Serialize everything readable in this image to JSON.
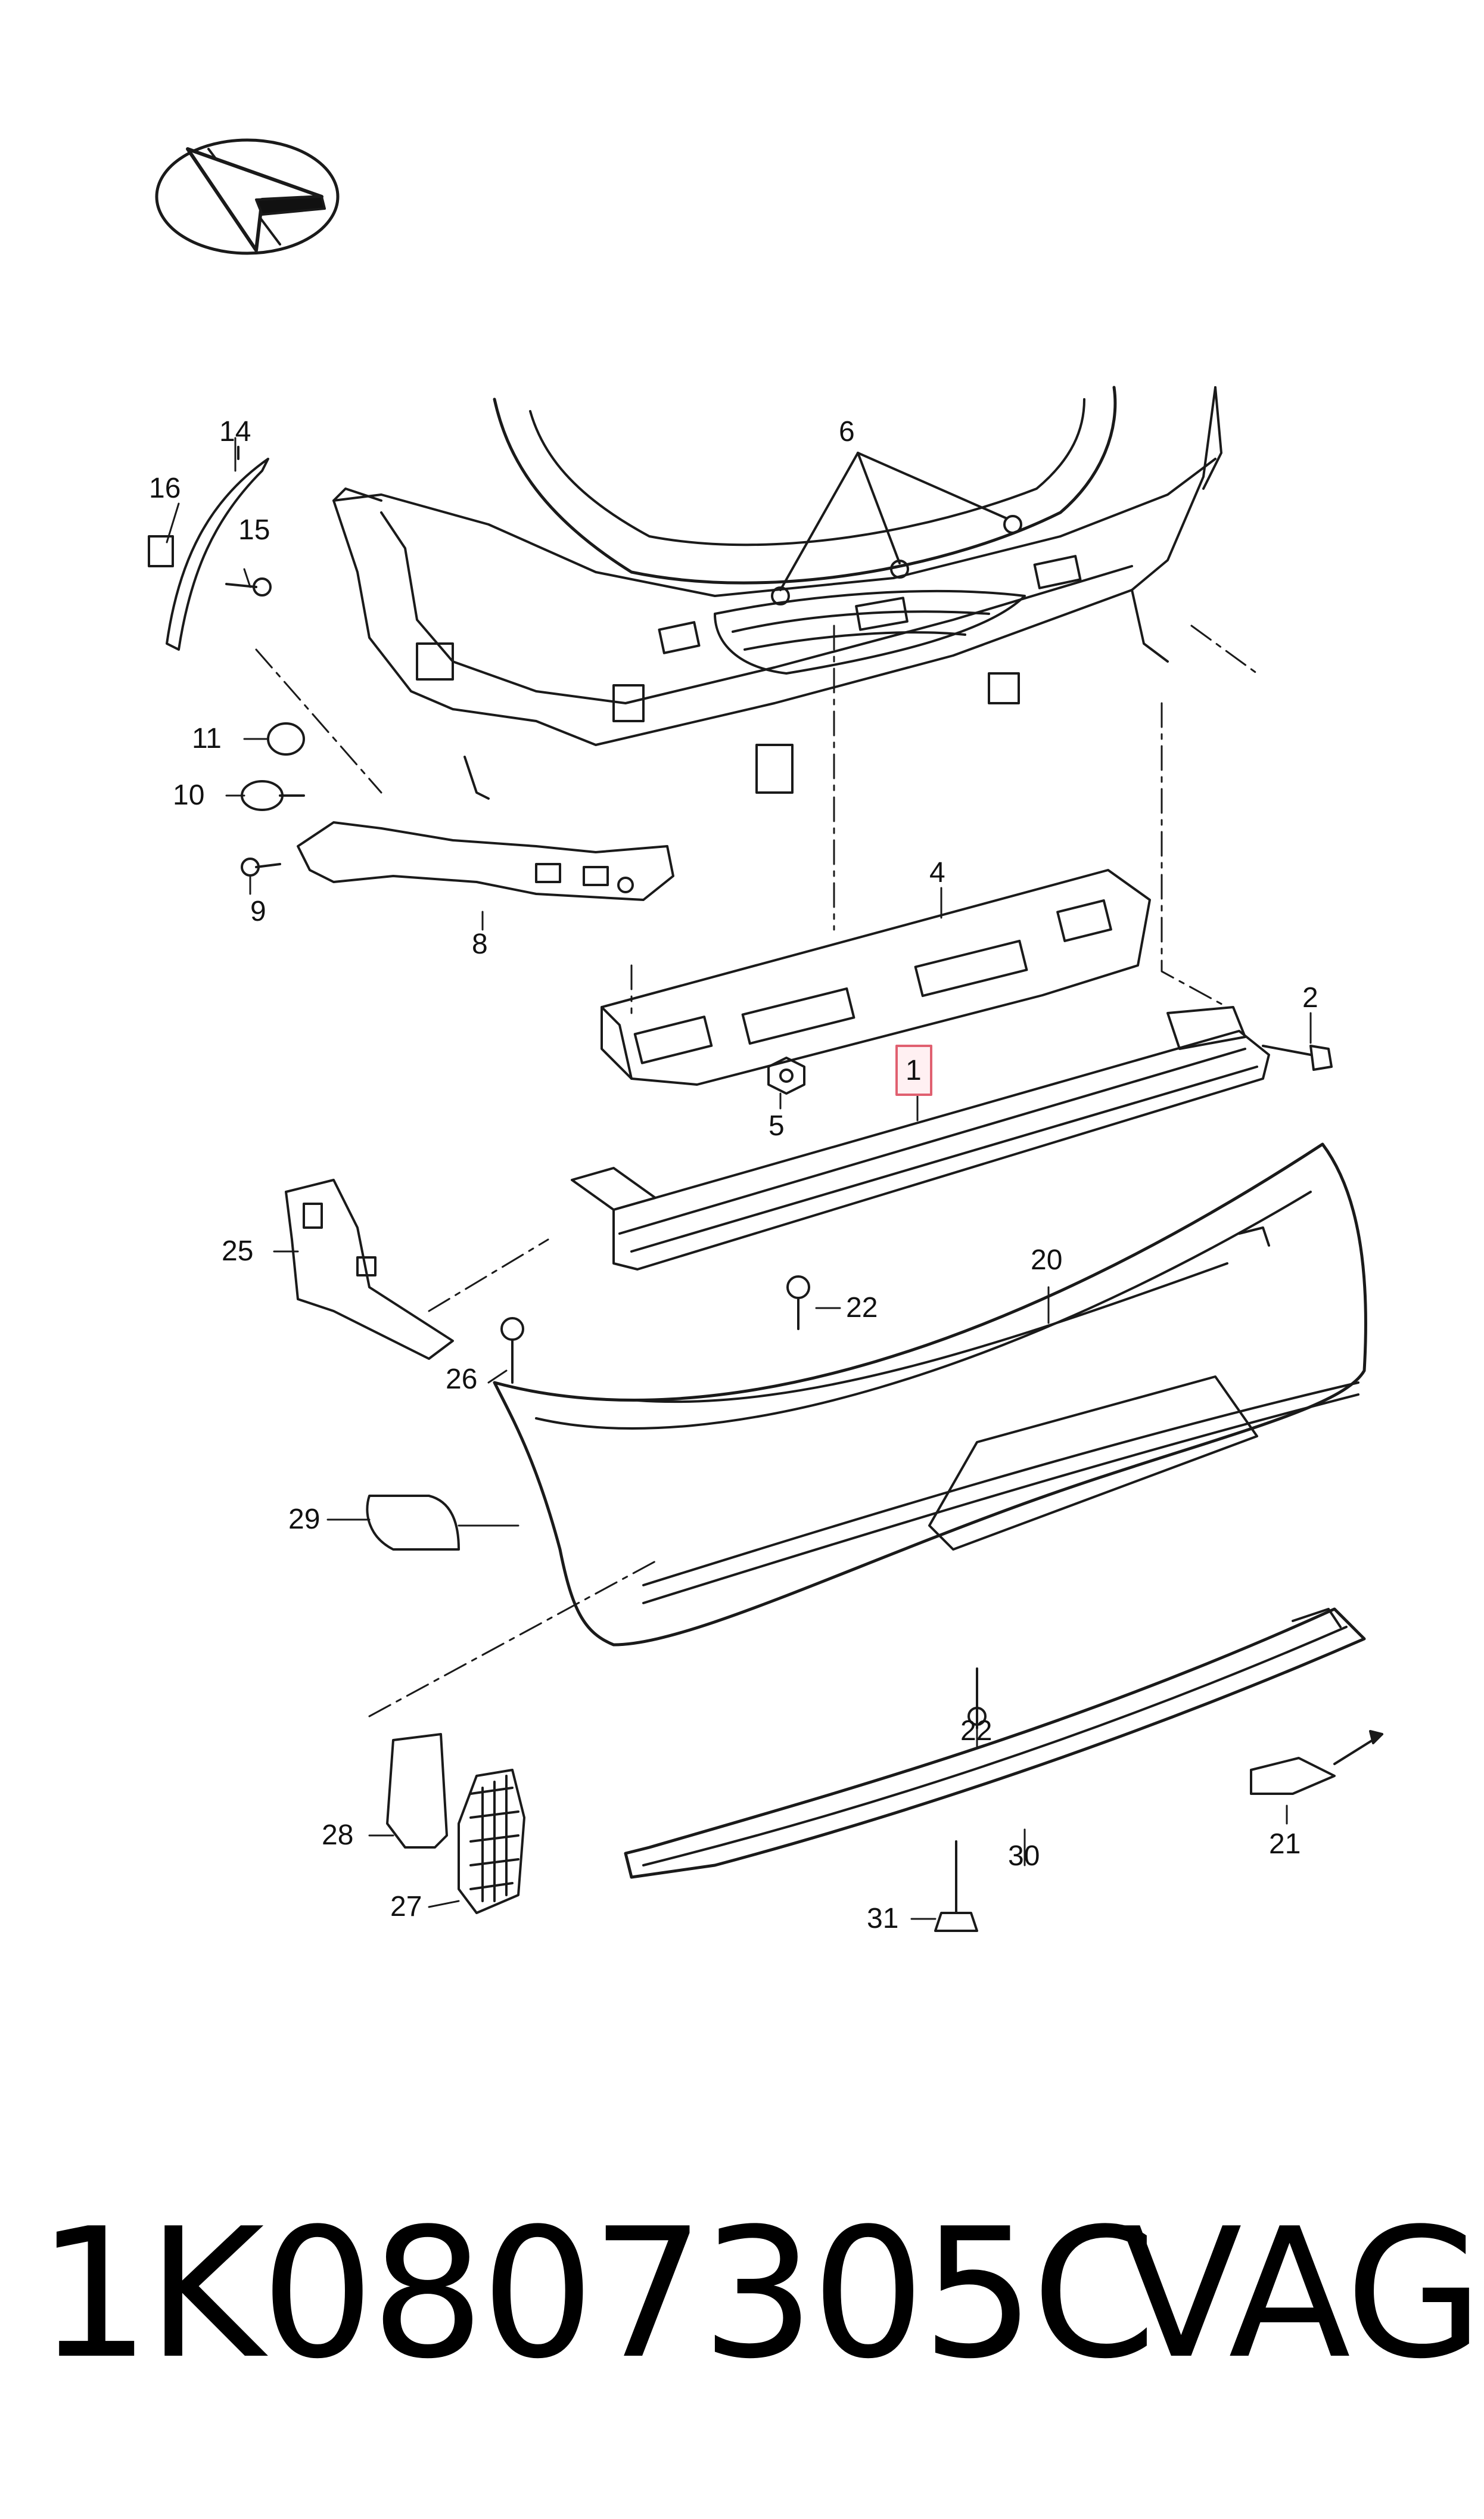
{
  "diagram": {
    "highlighted_callout": "1",
    "highlight_color": "#e06070",
    "callouts": {
      "c1": "1",
      "c2": "2",
      "c4": "4",
      "c5": "5",
      "c6": "6",
      "c8": "8",
      "c9": "9",
      "c10": "10",
      "c11": "11",
      "c14": "14",
      "c15": "15",
      "c16": "16",
      "c20": "20",
      "c21": "21",
      "c22a": "22",
      "c22b": "22",
      "c25": "25",
      "c26": "26",
      "c27": "27",
      "c28": "28",
      "c29": "29",
      "c30": "30",
      "c31": "31"
    },
    "icons": [
      "orientation-arrow-icon"
    ]
  },
  "footer": {
    "part_number": "1K0807305C",
    "brand": "VAG"
  }
}
